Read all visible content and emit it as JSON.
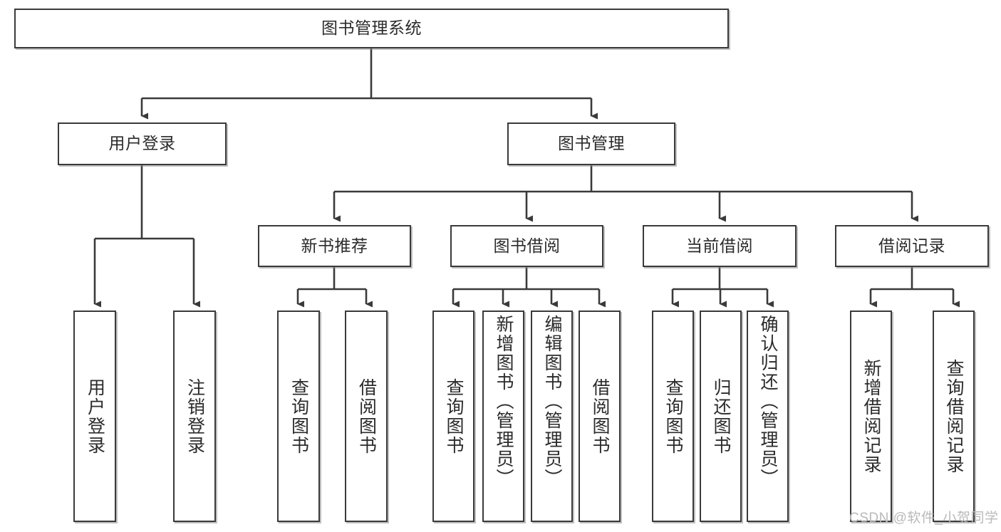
{
  "diagram": {
    "title": "图书管理系统",
    "type": "功能结构图",
    "colors": {
      "box_border": "#3a3a3a",
      "box_fill": "#ffffff",
      "line": "#3a3a3a",
      "text": "#2b2b2b",
      "watermark": "#b9b9b9",
      "background": "#ffffff"
    },
    "root": {
      "label": "图书管理系统"
    },
    "level2": [
      {
        "label": "用户登录"
      },
      {
        "label": "图书管理"
      }
    ],
    "level3": [
      {
        "label": "新书推荐"
      },
      {
        "label": "图书借阅"
      },
      {
        "label": "当前借阅"
      },
      {
        "label": "借阅记录"
      }
    ],
    "leaves": {
      "user_login": [
        {
          "label": "用户登录"
        },
        {
          "label": "注销登录"
        }
      ],
      "new_book_recommend": [
        {
          "label": "查询图书"
        },
        {
          "label": "借阅图书"
        }
      ],
      "book_borrow": [
        {
          "label": "查询图书"
        },
        {
          "label": "新增图书（管理员）"
        },
        {
          "label": "编辑图书（管理员）"
        },
        {
          "label": "借阅图书"
        }
      ],
      "current_borrow": [
        {
          "label": "查询图书"
        },
        {
          "label": "归还图书"
        },
        {
          "label": "确认归还（管理员）"
        }
      ],
      "borrow_record": [
        {
          "label": "新增借阅记录"
        },
        {
          "label": "查询借阅记录"
        }
      ]
    },
    "watermark": "CSDN @软件_小贺同学"
  }
}
